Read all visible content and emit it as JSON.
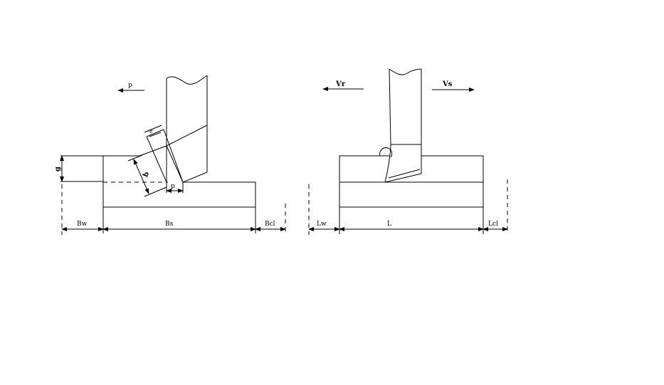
{
  "left_view": {
    "labels": {
      "p_force": "p",
      "a": "a",
      "b": "b",
      "p_small": "p",
      "g": "g",
      "bw": "Bw",
      "bs": "Bs",
      "bcl": "Bcl"
    }
  },
  "right_view": {
    "labels": {
      "vr": "Vr",
      "vs": "Vs",
      "lw": "Lw",
      "l": "L",
      "lcl": "Lcl"
    }
  }
}
